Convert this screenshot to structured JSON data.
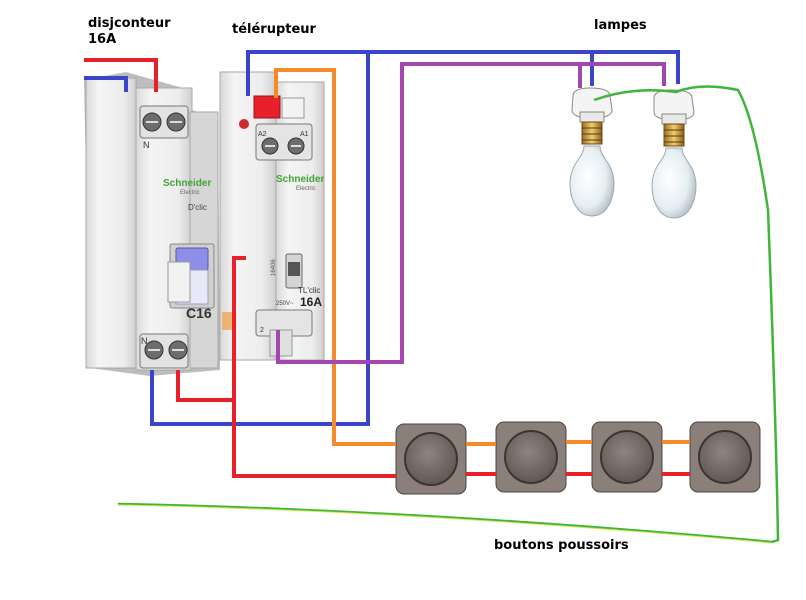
{
  "labels": {
    "disjoncteur_line1": "disjconteur",
    "disjoncteur_line2": "16A",
    "telerupteur": "télérupteur",
    "lampes": "lampes",
    "boutons": "boutons poussoirs"
  },
  "breaker": {
    "brand": "Schneider",
    "brand_sub": "Electric",
    "model": "D'clic",
    "rating": "C16",
    "terminal_n_top": "N",
    "terminal_n_bottom": "N"
  },
  "relay": {
    "brand": "Schneider",
    "brand_sub": "Electric",
    "model": "TL'clic",
    "rating": "16A",
    "voltage": "250V~",
    "terminal_a2": "A2",
    "terminal_a1": "A1",
    "terminal_2": "2",
    "ref": "16406"
  },
  "colors": {
    "phase": "#e8202a",
    "neutral": "#3a45c8",
    "control": "#f58a2a",
    "lamp_return": "#a346b0",
    "earth": "#3fb53a",
    "earth_highlight": "#d8e85a",
    "push_button": "#8b8079"
  }
}
